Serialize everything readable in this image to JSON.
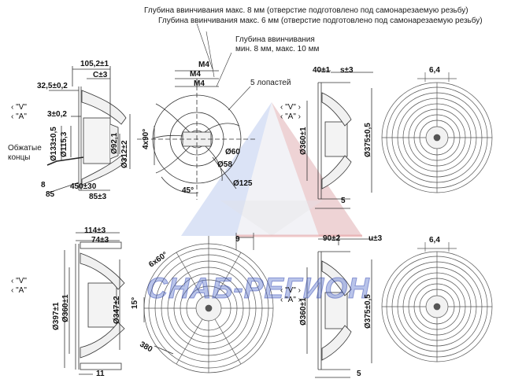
{
  "notes": {
    "depth_8": "Глубина ввинчивания макс. 8 мм (отверстие подготовлено под самонарезаемую резьбу)",
    "depth_6": "Глубина ввинчивания макс. 6 мм (отверстие подготовлено под самонарезаемую резьбу)",
    "depth_min_line1": "Глубина ввинчивания",
    "depth_min_line2": "мин. 8 мм, макс. 10 мм",
    "blades": "5 лопастей",
    "crimp_line1": "Обжатые",
    "crimp_line2": "концы"
  },
  "view_labels": {
    "v": "\"V\"",
    "a": "\"A\""
  },
  "dims_top": {
    "d105": "105,2±1",
    "c": "C±3",
    "d32": "32,5±0,2",
    "d3": "3±0,2",
    "d133": "Ø133±0,5",
    "d1153": "Ø115,3",
    "d92": "Ø92,1",
    "d312": "Ø312±2",
    "d8": "8",
    "d85a": "85",
    "d450": "450±30",
    "d85b": "85±3",
    "m4a": "M4",
    "m4b": "M4",
    "m4c": "M4",
    "deg90": "4x90°",
    "deg45": "45°",
    "d58": "Ø58",
    "d60": "Ø60",
    "d125": "Ø125",
    "d40": "40±1",
    "s": "s±3",
    "d360": "Ø360±1",
    "d375": "Ø375±0,5",
    "d5": "5",
    "d64": "6,4"
  },
  "dims_bottom": {
    "d114": "114±3",
    "d74": "74±3",
    "d397": "Ø397±1",
    "d360": "Ø360±1",
    "d347": "Ø347±2",
    "d11": "11",
    "d9": "9",
    "deg60": "6x60°",
    "deg15": "15°",
    "d380": "380",
    "d90": "90±2",
    "u": "u±3",
    "d360b": "Ø360±1",
    "d375": "Ø375±0,5",
    "d5": "5",
    "d64": "6,4"
  },
  "watermark": {
    "text": "СНАБ-РЕГИОН"
  }
}
